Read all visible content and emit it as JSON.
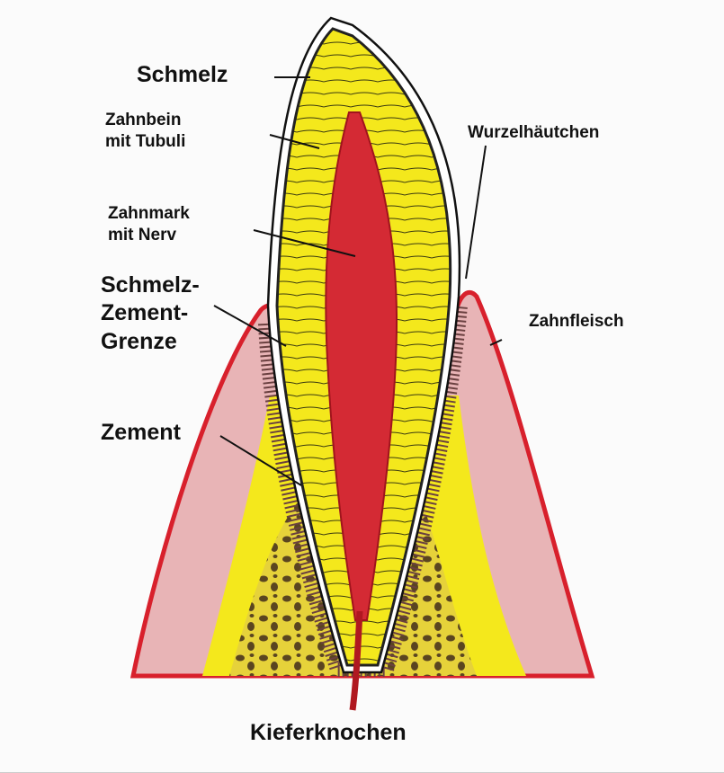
{
  "title": "Zahn Querschnitt",
  "labels": {
    "schmelz": "Schmelz",
    "zahnbein_1": "Zahnbein",
    "zahnbein_2": "mit Tubuli",
    "zahnmark_1": "Zahnmark",
    "zahnmark_2": "mit Nerv",
    "grenze_1": "Schmelz-",
    "grenze_2": "Zement-",
    "grenze_3": "Grenze",
    "zement": "Zement",
    "wurzel": "Wurzelhäutchen",
    "zahnfleisch": "Zahnfleisch",
    "kiefer": "Kieferknochen"
  },
  "colors": {
    "dentin": "#f4e81c",
    "pulp": "#d42a34",
    "gum": "#e8b4b6",
    "gum_edge": "#d8202c",
    "bone": "#f4e81c",
    "spongy": "#5a4520"
  }
}
